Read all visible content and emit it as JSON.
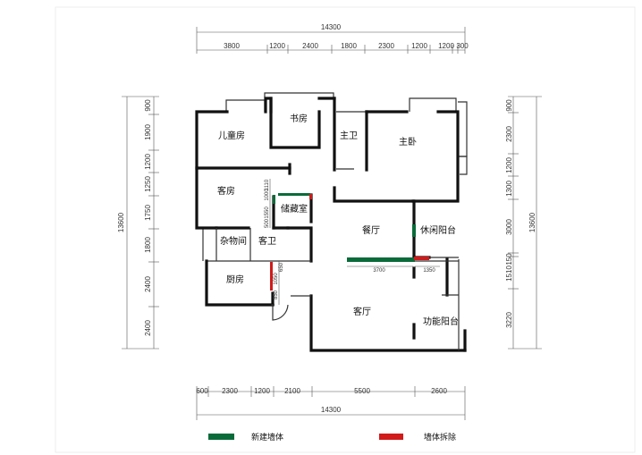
{
  "dimensions": {
    "top_total": "14300",
    "top_segments": [
      "3800",
      "1200",
      "2400",
      "1800",
      "2300",
      "1200",
      "1200",
      "300"
    ],
    "bottom_total": "14300",
    "bottom_segments": [
      "600",
      "2300",
      "1200",
      "2100",
      "5500",
      "2600"
    ],
    "left_total": "13600",
    "left_segments": [
      "900",
      "1900",
      "1200",
      "1250",
      "1750",
      "1800",
      "2400",
      "2400"
    ],
    "right_total": "13600",
    "right_segments": [
      "900",
      "2300",
      "1200",
      "1300",
      "3000",
      "150",
      "1510",
      "3220"
    ],
    "inner_labels": [
      "1110",
      "1000",
      "1550",
      "500",
      "1050",
      "850",
      "650",
      "3700",
      "1350"
    ]
  },
  "rooms": {
    "children_room": "儿童房",
    "study": "书房",
    "master_bath": "主卫",
    "master_bedroom": "主卧",
    "guest_room": "客房",
    "storage_room": "储藏室",
    "dining": "餐厅",
    "leisure_balcony": "休闲阳台",
    "utility_room": "杂物间",
    "guest_bath": "客卫",
    "kitchen": "厨房",
    "living_room": "客厅",
    "service_balcony": "功能阳台"
  },
  "legend": {
    "new_wall_label": "新建墙体",
    "new_wall_color": "#0a6b3a",
    "demolish_label": "墙体拆除",
    "demolish_color": "#d11a1a"
  }
}
